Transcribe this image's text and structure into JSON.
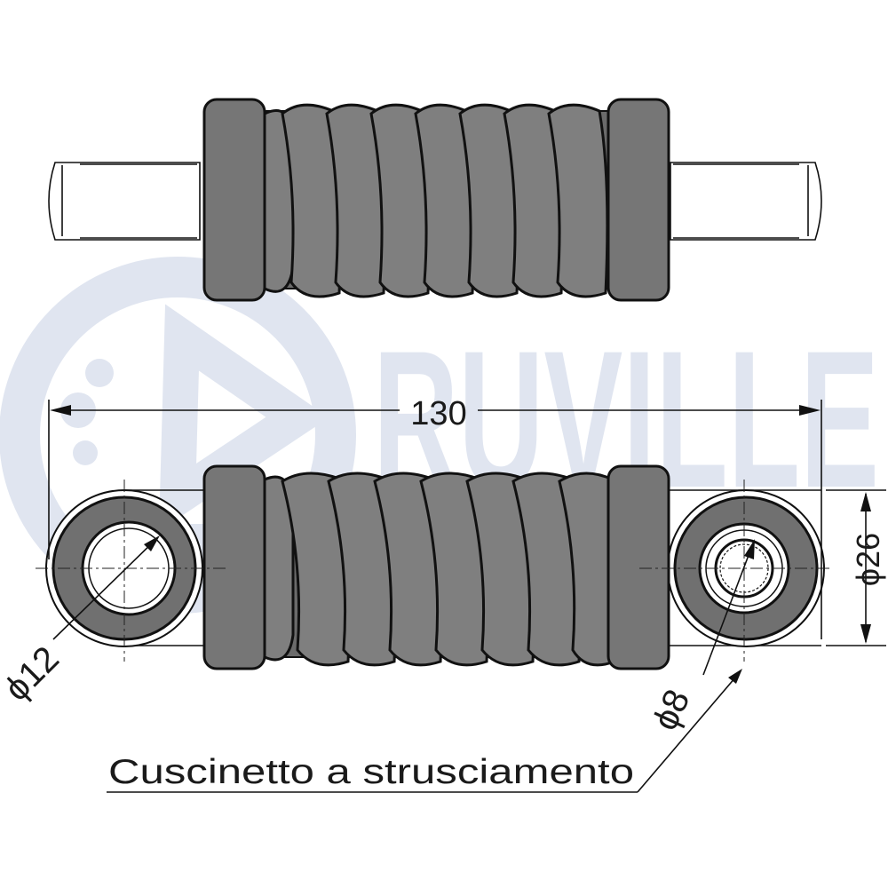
{
  "watermark": {
    "brand": "RUVILLE",
    "color": "#dde3ef"
  },
  "colors": {
    "body": "#7a7a7a",
    "outline": "#111111",
    "line": "#222222"
  },
  "dimensions": {
    "overall_length": "130",
    "outer_diameter": "ϕ26",
    "left_bore": "ϕ12",
    "right_bore": "ϕ8"
  },
  "caption": "Cuscinetto a strusciamento"
}
